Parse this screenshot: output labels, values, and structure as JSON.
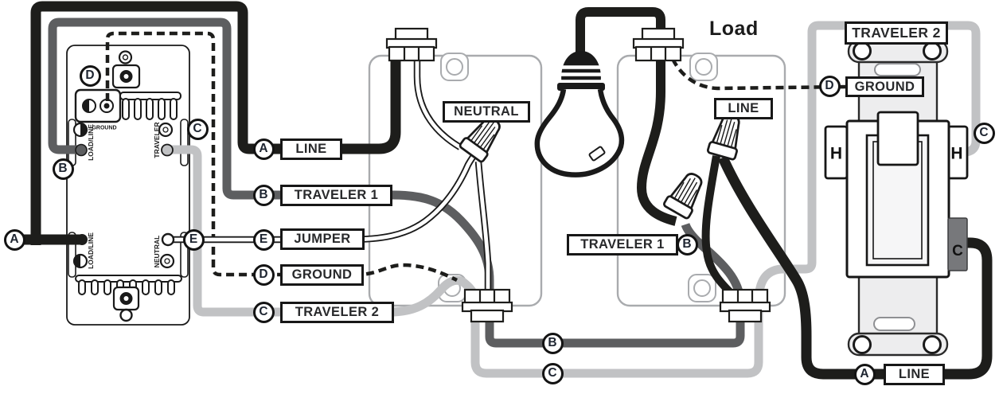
{
  "labels": {
    "line": "LINE",
    "traveler1": "TRAVELER 1",
    "traveler2": "TRAVELER 2",
    "jumper": "JUMPER",
    "ground": "GROUND",
    "neutral": "NEUTRAL",
    "load": "Load"
  },
  "badges": {
    "a": "A",
    "b": "B",
    "c": "C",
    "d": "D",
    "e": "E"
  },
  "device_terminals": {
    "ground": "GROUND",
    "load_line_top": "LOAD/LINE",
    "traveler": "TRAVELER",
    "load_line_bottom": "LOAD/LINE",
    "neutral": "NEUTRAL"
  },
  "switch_terminals": {
    "h_left": "H",
    "h_right": "H",
    "common": "C"
  },
  "colors": {
    "wire_black": "#1d1d1b",
    "traveler1_dark_gray": "#5d5e60",
    "traveler2_light_gray": "#c1c2c4",
    "ground_dashed_black": "#1d1d1b",
    "box_outline_gray": "#a9abae",
    "switch_strap_fill": "#ededee",
    "common_terminal_gray": "#77787b"
  }
}
